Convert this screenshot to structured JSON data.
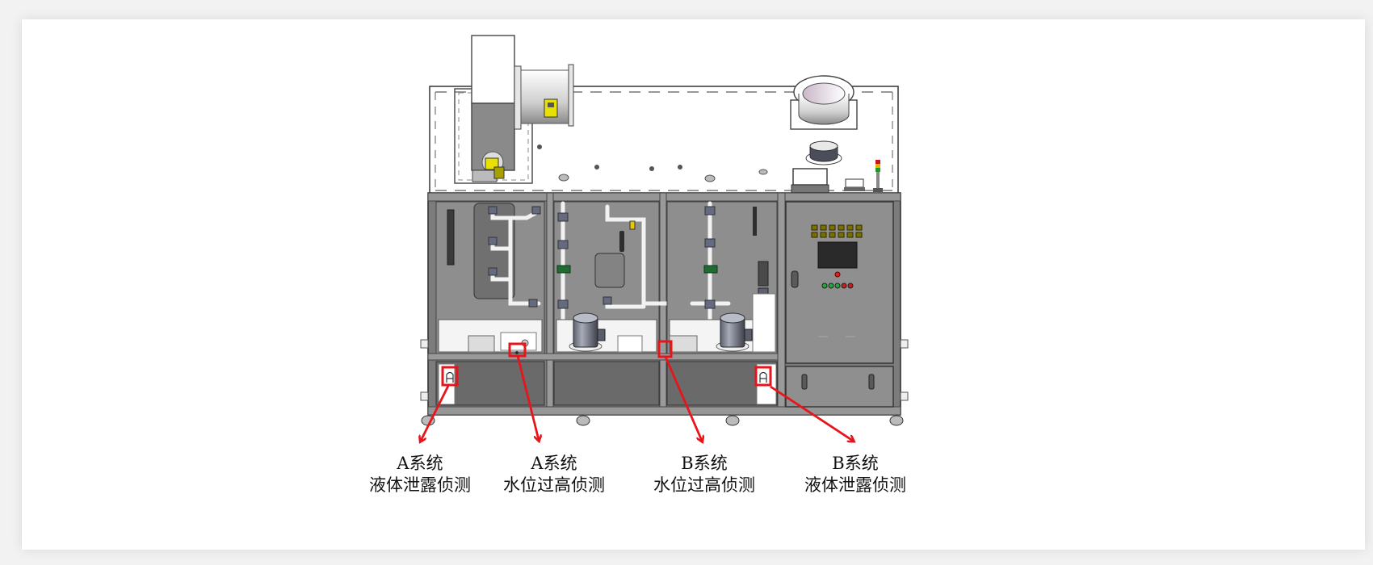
{
  "figure": {
    "subject": "Dual-system water treatment / scrubber cabinet, front view (CAD drawing)",
    "colors": {
      "callout": "#e8141b",
      "frame": "#6e6e6e",
      "panel": "#8c8c8c",
      "background": "#ffffff"
    },
    "callouts": [
      {
        "system": "A系统",
        "function": "液体泄露侦测",
        "target": "leak-sensor-a"
      },
      {
        "system": "A系统",
        "function": "水位过高侦测",
        "target": "high-level-sensor-a"
      },
      {
        "system": "B系统",
        "function": "水位过高侦测",
        "target": "high-level-sensor-b"
      },
      {
        "system": "B系统",
        "function": "液体泄露侦测",
        "target": "leak-sensor-b"
      }
    ],
    "components": {
      "blower": "centrifugal-fan-icon",
      "exhaust_duct": "round-duct-flange-icon",
      "pumps": [
        "pump-a-icon",
        "pump-b-icon"
      ],
      "control_panel": {
        "indicator_lamps": 12,
        "touch_screen": "hmi-screen",
        "buttons": [
          "green",
          "green",
          "green",
          "red",
          "red"
        ]
      },
      "signal_tower": "signal-tower-icon"
    }
  }
}
